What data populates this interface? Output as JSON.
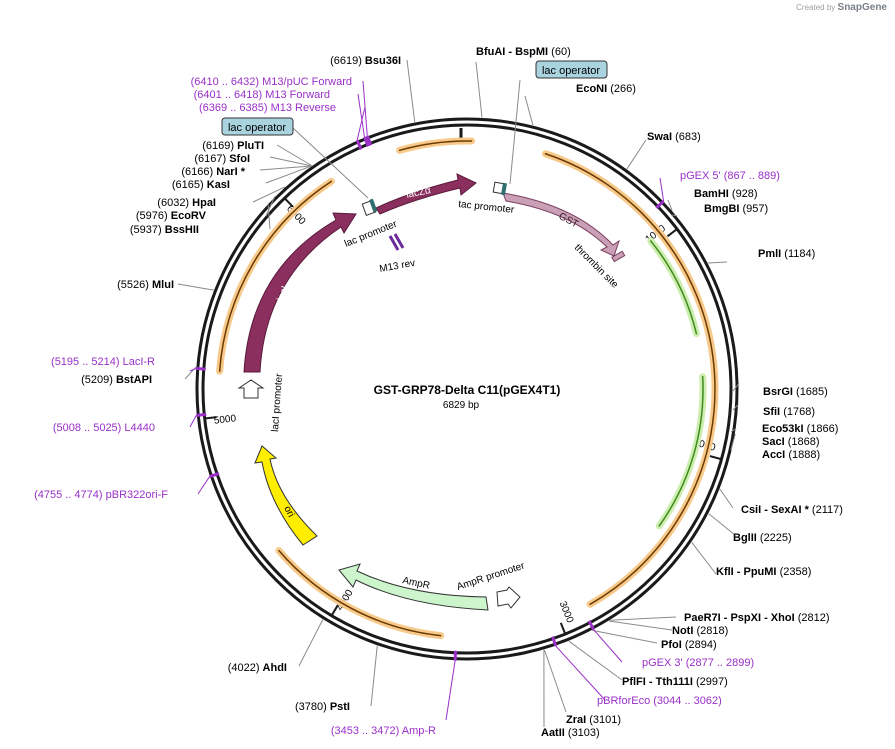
{
  "branding": {
    "created_by": "Created by",
    "app_name": "SnapGene"
  },
  "map": {
    "title": "GST-GRP78-Delta C11(pGEX4T1)",
    "length_label": "6829 bp",
    "length_bp": 6829
  },
  "ticks": [
    {
      "bp": 1000,
      "label": "1000"
    },
    {
      "bp": 2000,
      "label": "2000"
    },
    {
      "bp": 3000,
      "label": "3000"
    },
    {
      "bp": 4000,
      "label": "4000"
    },
    {
      "bp": 5000,
      "label": "5000"
    },
    {
      "bp": 6000,
      "label": "6000"
    }
  ],
  "enzymes": [
    {
      "name": "BfuAI  -  BspMI",
      "pos": "(60)",
      "bp": 60
    },
    {
      "name": "EcoNI",
      "pos": "(266)",
      "bp": 266
    },
    {
      "name": "SwaI",
      "pos": "(683)",
      "bp": 683
    },
    {
      "name": "BamHI",
      "pos": "(928)",
      "bp": 928
    },
    {
      "name": "BmgBI",
      "pos": "(957)",
      "bp": 957
    },
    {
      "name": "PmlI",
      "pos": "(1184)",
      "bp": 1184
    },
    {
      "name": "BsrGI",
      "pos": "(1685)",
      "bp": 1685
    },
    {
      "name": "SfiI",
      "pos": "(1768)",
      "bp": 1768
    },
    {
      "name": "Eco53kI",
      "pos": "(1866)",
      "bp": 1866
    },
    {
      "name": "SacI",
      "pos": "(1868)",
      "bp": 1868
    },
    {
      "name": "AccI",
      "pos": "(1888)",
      "bp": 1888
    },
    {
      "name": "CsiI  -  SexAI *",
      "pos": "(2117)",
      "bp": 2117
    },
    {
      "name": "BglII",
      "pos": "(2225)",
      "bp": 2225
    },
    {
      "name": "KflI  -  PpuMI",
      "pos": "(2358)",
      "bp": 2358
    },
    {
      "name": "PaeR7I  -  PspXI  -  XhoI",
      "pos": "(2812)",
      "bp": 2812
    },
    {
      "name": "NotI",
      "pos": "(2818)",
      "bp": 2818
    },
    {
      "name": "PfoI",
      "pos": "(2894)",
      "bp": 2894
    },
    {
      "name": "PflFI  -  Tth111I",
      "pos": "(2997)",
      "bp": 2997
    },
    {
      "name": "ZraI",
      "pos": "(3101)",
      "bp": 3101
    },
    {
      "name": "AatII",
      "pos": "(3103)",
      "bp": 3103
    },
    {
      "name": "PstI",
      "pos": "(3780)",
      "bp": 3780
    },
    {
      "name": "AhdI",
      "pos": "(4022)",
      "bp": 4022
    },
    {
      "name": "BstAPI",
      "pos": "(5209)",
      "bp": 5209
    },
    {
      "name": "MluI",
      "pos": "(5526)",
      "bp": 5526
    },
    {
      "name": "BssHII",
      "pos": "(5937)",
      "bp": 5937
    },
    {
      "name": "EcoRV",
      "pos": "(5976)",
      "bp": 5976
    },
    {
      "name": "HpaI",
      "pos": "(6032)",
      "bp": 6032
    },
    {
      "name": "KasI",
      "pos": "(6165)",
      "bp": 6165
    },
    {
      "name": "NarI *",
      "pos": "(6166)",
      "bp": 6166
    },
    {
      "name": "SfoI",
      "pos": "(6167)",
      "bp": 6167
    },
    {
      "name": "PluTI",
      "pos": "(6169)",
      "bp": 6169
    },
    {
      "name": "Bsu36I",
      "pos": "(6619)",
      "bp": 6619
    }
  ],
  "primers": [
    {
      "name": "pGEX 5'",
      "range": "(867 .. 889)"
    },
    {
      "name": "pGEX 3'",
      "range": "(2877 .. 2899)"
    },
    {
      "name": "pBRforEco",
      "range": "(3044 .. 3062)"
    },
    {
      "name": "Amp-R",
      "range": "(3453 .. 3472)"
    },
    {
      "name": "pBR322ori-F",
      "range": "(4755 .. 4774)"
    },
    {
      "name": "L4440",
      "range": "(5008 .. 5025)"
    },
    {
      "name": "LacI-R",
      "range": "(5195 .. 5214)"
    },
    {
      "name": "M13 Reverse",
      "range": "(6369 .. 6385)"
    },
    {
      "name": "M13 Forward",
      "range": "(6401 .. 6418)"
    },
    {
      "name": "M13/pUC Forward",
      "range": "(6410 .. 6432)"
    }
  ],
  "features": [
    {
      "name": "GST",
      "color": "#c9a0b5"
    },
    {
      "name": "thrombin site",
      "color": "#c9a0b5"
    },
    {
      "name": "tac promoter",
      "color": "#ffffff"
    },
    {
      "name": "lacZα",
      "color": "#8b2f5f"
    },
    {
      "name": "lac promoter",
      "color": "#ffffff"
    },
    {
      "name": "M13 rev",
      "color": "#6a2a9a"
    },
    {
      "name": "lacI",
      "color": "#8b2f5f"
    },
    {
      "name": "lacI promoter",
      "color": "#ffffff"
    },
    {
      "name": "ori",
      "color": "#ffee00"
    },
    {
      "name": "AmpR",
      "color": "#ccf5cc"
    },
    {
      "name": "AmpR promoter",
      "color": "#ffffff"
    }
  ],
  "lac_operator_label": "lac operator",
  "colors": {
    "enzyme_text": "#000000",
    "primer_text": "#9a30c8",
    "backbone": "#1a1a1a",
    "orf_arc": "#f3a53a",
    "orf_green": "#72c23d",
    "operator_box": "#a9d3df"
  }
}
